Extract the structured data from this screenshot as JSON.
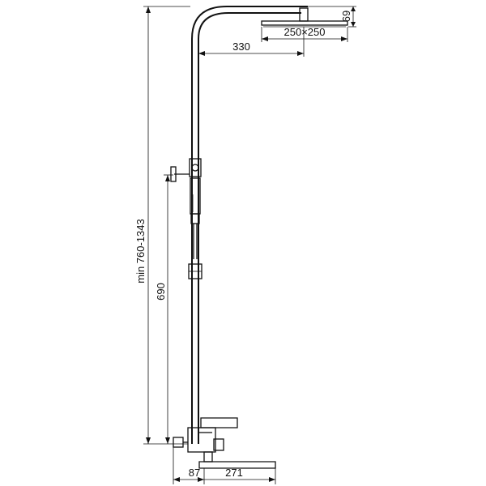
{
  "dimensions": {
    "overall_height": "min 760-1343",
    "hand_shower_height": "690",
    "head_top_height": "69",
    "head_size": "250×250",
    "arm_reach": "330",
    "spout_offset": "87",
    "spout_length": "271"
  }
}
